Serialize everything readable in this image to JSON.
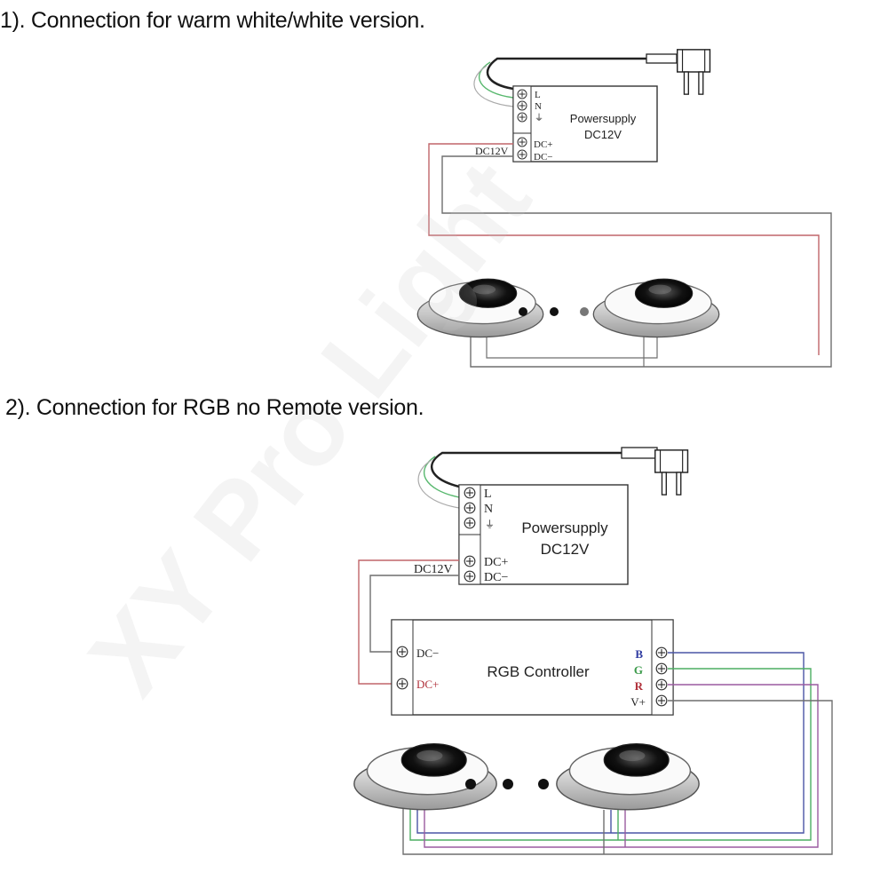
{
  "section1": {
    "heading": "1). Connection for warm white/white version.",
    "power_supply": {
      "title": "Powersupply",
      "voltage": "DC12V",
      "terminals": [
        "L",
        "N",
        "⏚",
        "DC+",
        "DC−"
      ],
      "output_label": "DC12V"
    },
    "lamps": {
      "ellipsis": "• • •"
    }
  },
  "section2": {
    "heading": "2). Connection for RGB no Remote version.",
    "power_supply": {
      "title": "Powersupply",
      "voltage": "DC12V",
      "terminals": [
        "L",
        "N",
        "⏚",
        "DC+",
        "DC−"
      ],
      "output_label": "DC12V"
    },
    "controller": {
      "title": "RGB Controller",
      "inputs": [
        "DC−",
        "DC+"
      ],
      "outputs": [
        "B",
        "G",
        "R",
        "V+"
      ]
    },
    "lamps": {
      "ellipsis": "• • •"
    }
  },
  "watermark": "XY Pro Light",
  "colors": {
    "wire_red": "#c0656a",
    "wire_gray": "#6f6f6f",
    "wire_green": "#4cae62",
    "wire_blue": "#4a55a6",
    "wire_purple": "#9a5aa0",
    "label_blue": "#2e3aa0",
    "label_green": "#3b9a4a",
    "label_red": "#b0303a"
  }
}
